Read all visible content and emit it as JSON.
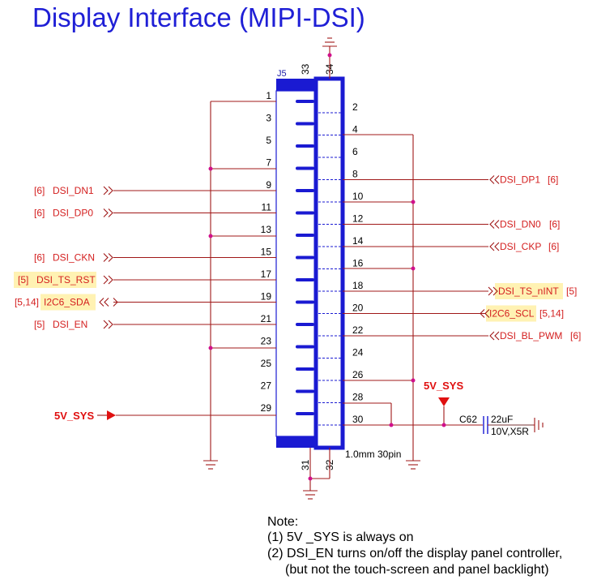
{
  "title": "Display Interface (MIPI-DSI)",
  "connector": {
    "ref": "J5",
    "description": "1.0mm 30pin",
    "odd_pins": [
      "1",
      "3",
      "5",
      "7",
      "9",
      "11",
      "13",
      "15",
      "17",
      "19",
      "21",
      "23",
      "25",
      "27",
      "29"
    ],
    "even_pins": [
      "2",
      "4",
      "6",
      "8",
      "10",
      "12",
      "14",
      "16",
      "18",
      "20",
      "22",
      "24",
      "26",
      "28",
      "30"
    ],
    "top_pins": [
      "33",
      "34"
    ],
    "bottom_pins": [
      "31",
      "32"
    ]
  },
  "left_nets": [
    {
      "pin": "9",
      "sheet": "[6]",
      "name": "DSI_DN1",
      "highlight": false
    },
    {
      "pin": "11",
      "sheet": "[6]",
      "name": "DSI_DP0",
      "highlight": false
    },
    {
      "pin": "15",
      "sheet": "[6]",
      "name": "DSI_CKN",
      "highlight": false
    },
    {
      "pin": "17",
      "sheet": "[5]",
      "name": "DSI_TS_RST",
      "highlight": true
    },
    {
      "pin": "19",
      "sheet": "[5,14]",
      "name": "I2C6_SDA",
      "highlight": true
    },
    {
      "pin": "21",
      "sheet": "[5]",
      "name": "DSI_EN",
      "highlight": false
    }
  ],
  "right_nets": [
    {
      "pin": "8",
      "sheet": "[6]",
      "name": "DSI_DP1",
      "highlight": false
    },
    {
      "pin": "12",
      "sheet": "[6]",
      "name": "DSI_DN0",
      "highlight": false
    },
    {
      "pin": "14",
      "sheet": "[6]",
      "name": "DSI_CKP",
      "highlight": false
    },
    {
      "pin": "18",
      "sheet": "[5]",
      "name": "DSI_TS_nINT",
      "highlight": true
    },
    {
      "pin": "20",
      "sheet": "[5,14]",
      "name": "I2C6_SCL",
      "highlight": true
    },
    {
      "pin": "22",
      "sheet": "[6]",
      "name": "DSI_BL_PWM",
      "highlight": false
    }
  ],
  "power": {
    "left_label": "5V_SYS",
    "right_label": "5V_SYS"
  },
  "capacitor": {
    "ref": "C62",
    "value": "22uF",
    "rating": "10V,X5R"
  },
  "notes": {
    "heading": "Note:",
    "line1": "(1) 5V _SYS is always on",
    "line2": "(2) DSI_EN turns on/off the display panel controller,",
    "line3": "(but not the touch-screen and panel backlight)"
  },
  "colors": {
    "title": "#1f1fd6",
    "wire": "#a01818",
    "net_label": "#d42020",
    "connector": "#1a1ad2",
    "highlight": "#fff2b3"
  }
}
